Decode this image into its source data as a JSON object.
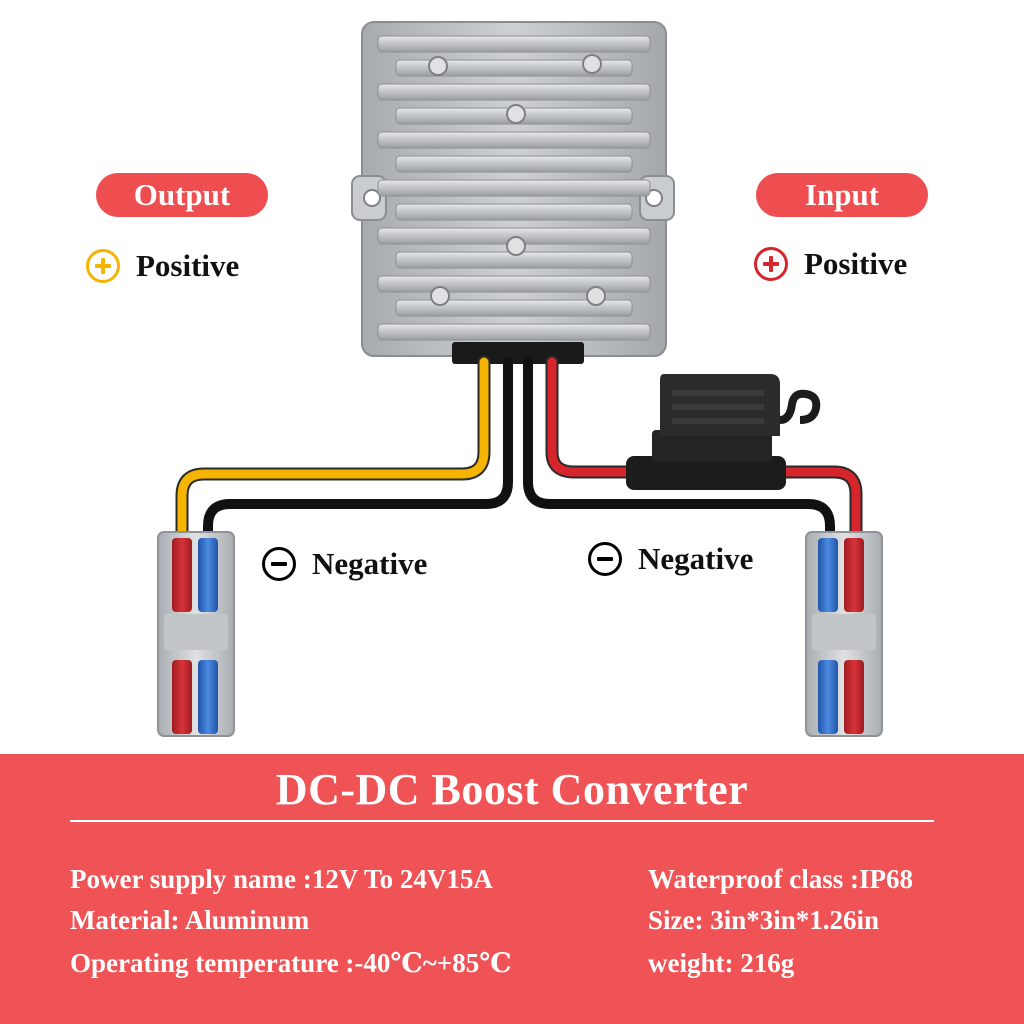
{
  "output_block": {
    "tag": "Output",
    "positive_label": "Positive",
    "negative_label": "Negative"
  },
  "input_block": {
    "tag": "Input",
    "positive_label": "Positive",
    "negative_label": "Negative"
  },
  "banner": {
    "title": "DC-DC Boost Converter",
    "specs_left": [
      "Power supply name :12V To 24V15A",
      "Material: Aluminum",
      "Operating temperature :-40℃~+85℃"
    ],
    "specs_right": [
      "Waterproof class :IP68",
      "Size: 3in*3in*1.26in",
      "weight: 216g"
    ]
  },
  "colors": {
    "accent_red": "#ef4e50",
    "wire_yellow": "#f4b400",
    "wire_red": "#d6252b",
    "wire_black": "#111111",
    "heatsink_silver": "#b9bcbf",
    "connector_blue": "#2f6fcf"
  },
  "icons": [
    "positive-yellow-icon",
    "positive-red-icon",
    "negative-icon"
  ]
}
